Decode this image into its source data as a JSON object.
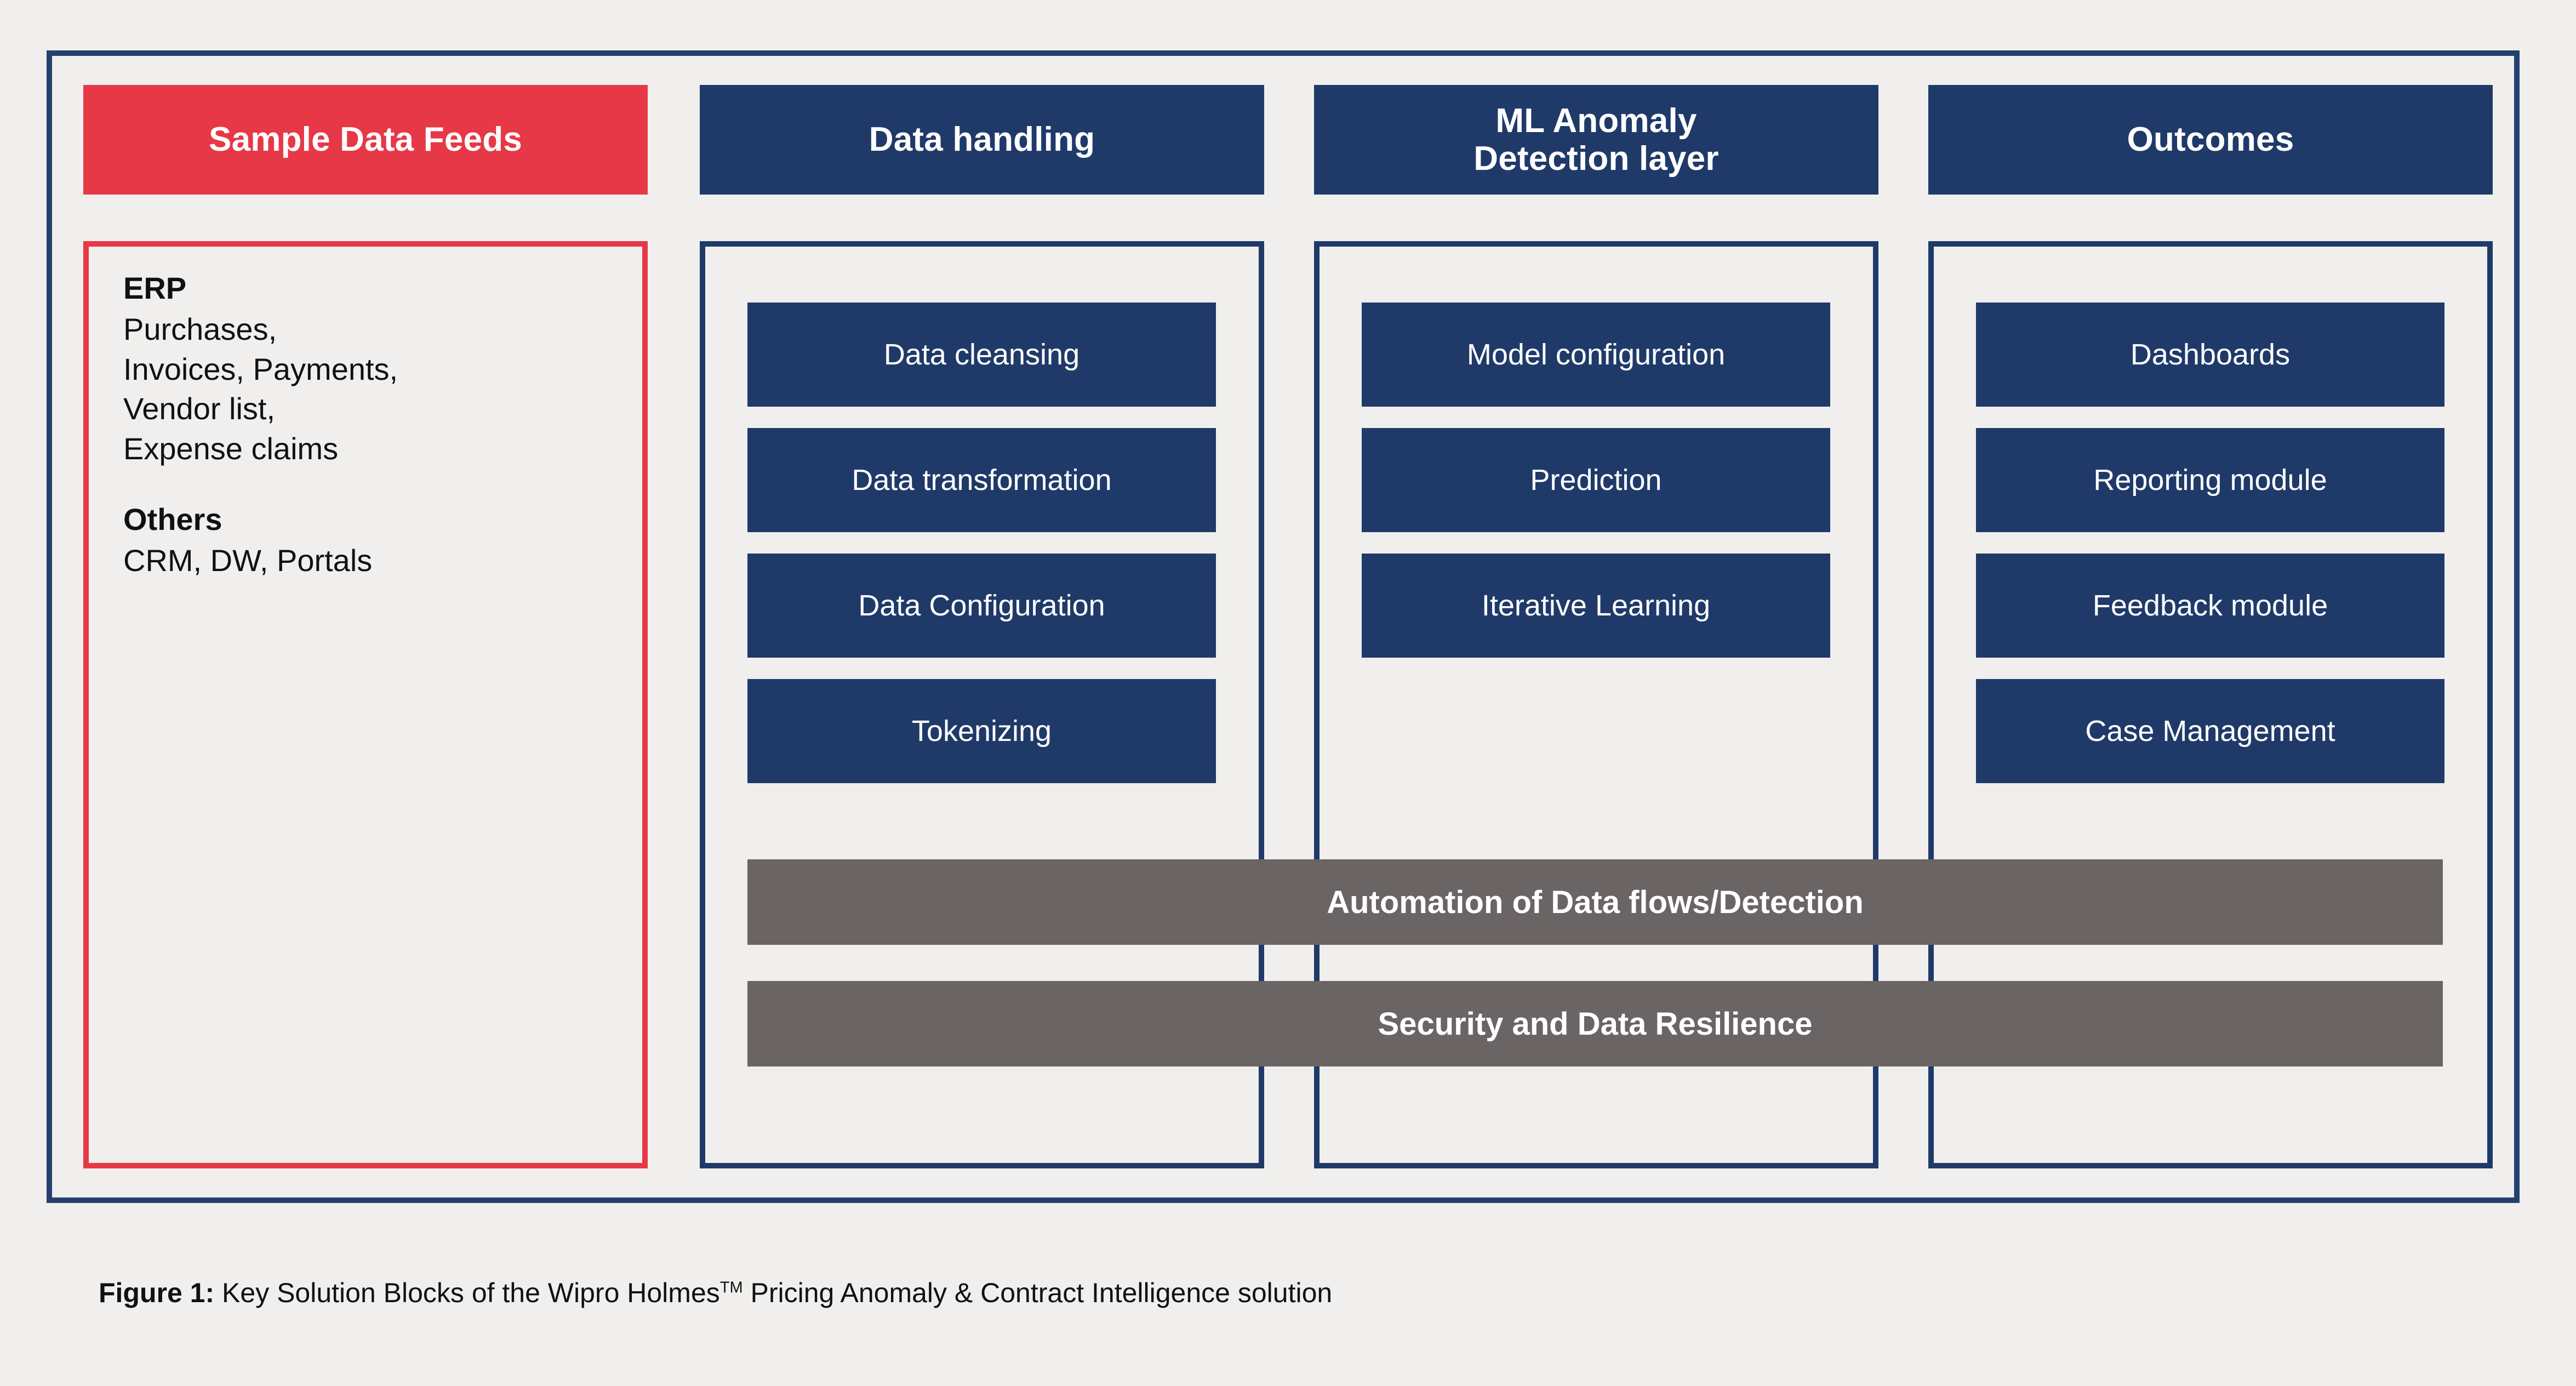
{
  "figure": {
    "caption_label": "Figure 1:",
    "caption_text": " Key Solution Blocks of the Wipro Holmes",
    "caption_trademark": "TM",
    "caption_text_2": " Pricing Anomaly & Contract Intelligence solution"
  },
  "colors": {
    "background": "#f0efed",
    "frame_blue": "#23406f",
    "accent_blue": "#1f3a69",
    "accent_red": "#e73847",
    "band_gray": "#6b6464",
    "text_light": "#ffffff",
    "text_dark": "#111111"
  },
  "columns": [
    {
      "id": "sample-data-feeds",
      "header": "Sample Data Feeds",
      "header_style": "red",
      "body_style": "red",
      "groups": [
        {
          "title": "ERP",
          "lines": "Purchases,\nInvoices, Payments,\nVendor list,\nExpense claims"
        },
        {
          "title": "Others",
          "lines": "CRM, DW, Portals"
        }
      ],
      "items": []
    },
    {
      "id": "data-handling",
      "header": "Data handling",
      "header_style": "blue",
      "body_style": "blue",
      "items": [
        "Data cleansing",
        "Data transformation",
        "Data Configuration",
        "Tokenizing"
      ]
    },
    {
      "id": "ml-anomaly-detection-layer",
      "header": "ML Anomaly\nDetection layer",
      "header_style": "blue",
      "body_style": "blue",
      "items": [
        "Model configuration",
        "Prediction",
        "Iterative Learning"
      ]
    },
    {
      "id": "outcomes",
      "header": "Outcomes",
      "header_style": "blue",
      "body_style": "blue",
      "items": [
        "Dashboards",
        "Reporting module",
        "Feedback module",
        "Case Management"
      ]
    }
  ],
  "bands": [
    {
      "id": "automation-band",
      "label": "Automation of Data flows/Detection"
    },
    {
      "id": "security-band",
      "label": "Security and Data Resilience"
    }
  ]
}
